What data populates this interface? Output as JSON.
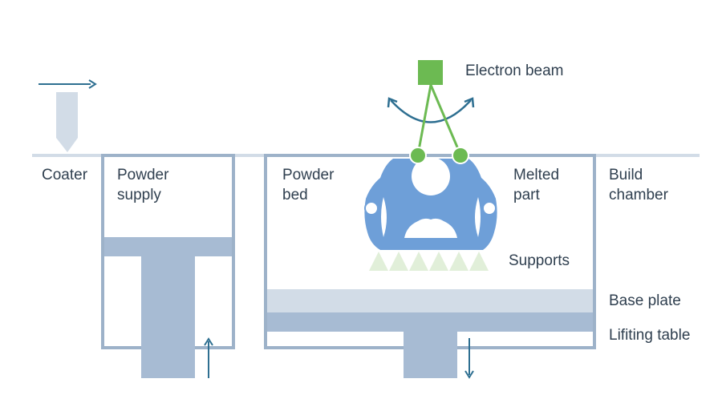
{
  "labels": {
    "coater": "Coater",
    "powder_supply_line1": "Powder",
    "powder_supply_line2": "supply",
    "powder_bed_line1": "Powder",
    "powder_bed_line2": "bed",
    "melted_part_line1": "Melted",
    "melted_part_line2": "part",
    "build_chamber_line1": "Build",
    "build_chamber_line2": "chamber",
    "electron_beam": "Electron beam",
    "supports": "Supports",
    "base_plate": "Base plate",
    "lifting_table": "Lifiting table"
  },
  "colors": {
    "frame": "#9db2c9",
    "powder_fill": "#a7bbd3",
    "base_plate": "#d2dce7",
    "part_blue": "#6e9fd8",
    "beam_green": "#6cba52",
    "support_green": "#e1efd9",
    "arrow_blue": "#2e6f91",
    "coater": "#d2dce7"
  }
}
